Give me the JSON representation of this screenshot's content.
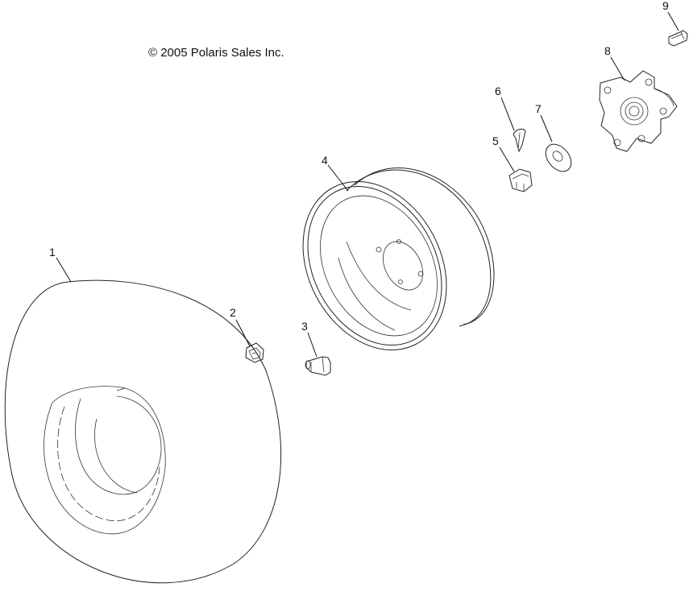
{
  "copyright": "© 2005 Polaris Sales Inc.",
  "callouts": [
    {
      "id": "1",
      "name": "tire"
    },
    {
      "id": "2",
      "name": "valve-nut"
    },
    {
      "id": "3",
      "name": "valve-stem"
    },
    {
      "id": "4",
      "name": "wheel-rim"
    },
    {
      "id": "5",
      "name": "castle-nut"
    },
    {
      "id": "6",
      "name": "cotter-pin"
    },
    {
      "id": "7",
      "name": "washer"
    },
    {
      "id": "8",
      "name": "wheel-hub"
    },
    {
      "id": "9",
      "name": "wheel-stud"
    }
  ]
}
